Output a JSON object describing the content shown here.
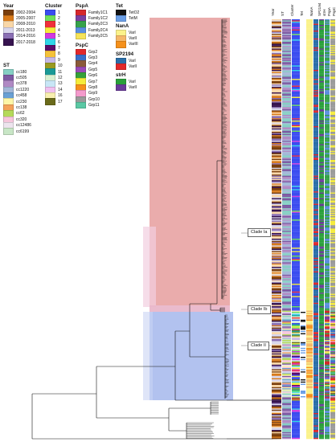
{
  "legends": {
    "year": {
      "title": "Year",
      "items": [
        {
          "label": "2002-2004",
          "color": "#7a3e0c"
        },
        {
          "label": "2005-2007",
          "color": "#d97a1a"
        },
        {
          "label": "2008-2010",
          "color": "#f9d7a8"
        },
        {
          "label": "2011-2013",
          "color": "#d8d6ec"
        },
        {
          "label": "2014-2016",
          "color": "#8a6fb4"
        },
        {
          "label": "2017-2018",
          "color": "#36134f"
        }
      ]
    },
    "st": {
      "title": "ST",
      "items": [
        {
          "label": "cc180",
          "color": "#86cfc4"
        },
        {
          "label": "cc505",
          "color": "#7d5aa3"
        },
        {
          "label": "cc378",
          "color": "#b08ac4"
        },
        {
          "label": "cc1220",
          "color": "#a3b8d8"
        },
        {
          "label": "cc458",
          "color": "#6aa0d4"
        },
        {
          "label": "cc230",
          "color": "#fdf6a8"
        },
        {
          "label": "cc138",
          "color": "#f4a25a"
        },
        {
          "label": "cc62",
          "color": "#b5d95a"
        },
        {
          "label": "cc320",
          "color": "#f6c6dc"
        },
        {
          "label": "cc12486",
          "color": "#ede4ee"
        },
        {
          "label": "cc6199",
          "color": "#c8e6c6"
        }
      ]
    },
    "cluster": {
      "title": "Cluster",
      "items": [
        {
          "label": "1",
          "color": "#3a4cf0"
        },
        {
          "label": "2",
          "color": "#6fe05a"
        },
        {
          "label": "3",
          "color": "#f0303a"
        },
        {
          "label": "4",
          "color": "#f5ec3a"
        },
        {
          "label": "5",
          "color": "#d23ae0"
        },
        {
          "label": "6",
          "color": "#30d6e8"
        },
        {
          "label": "7",
          "color": "#5a0c6a"
        },
        {
          "label": "8",
          "color": "#f5c23a"
        },
        {
          "label": "9",
          "color": "#c6b8e6"
        },
        {
          "label": "10",
          "color": "#9a9a20"
        },
        {
          "label": "11",
          "color": "#1a9a96"
        },
        {
          "label": "12",
          "color": "#d8f0d0"
        },
        {
          "label": "13",
          "color": "#c8e6f6"
        },
        {
          "label": "14",
          "color": "#f0c0f0"
        },
        {
          "label": "16",
          "color": "#f8efb0"
        },
        {
          "label": "17",
          "color": "#6a6a1a"
        }
      ]
    },
    "pspa": {
      "title": "PspA",
      "items": [
        {
          "label": "Family1C1",
          "color": "#d6262a"
        },
        {
          "label": "Family1C2",
          "color": "#7a3fa0"
        },
        {
          "label": "Family2C3",
          "color": "#36a24a"
        },
        {
          "label": "Family2C4",
          "color": "#5a8ee0"
        },
        {
          "label": "Family2C5",
          "color": "#f5e35a"
        }
      ]
    },
    "pspc": {
      "title": "PspC",
      "items": [
        {
          "label": "Grp2",
          "color": "#e2282a"
        },
        {
          "label": "Grp3",
          "color": "#3a6ec8"
        },
        {
          "label": "Grp4",
          "color": "#8a5a3a"
        },
        {
          "label": "Grp5",
          "color": "#9a4ab8"
        },
        {
          "label": "Grp6",
          "color": "#36a03a"
        },
        {
          "label": "Grp7",
          "color": "#f5ec3a"
        },
        {
          "label": "Grp8",
          "color": "#f5901a"
        },
        {
          "label": "Grp9",
          "color": "#f49acc"
        },
        {
          "label": "Grp10",
          "color": "#9a9a9a"
        },
        {
          "label": "Grp11",
          "color": "#5ac8a4"
        }
      ]
    },
    "tet": {
      "title": "Tet",
      "items": [
        {
          "label": "TetO2",
          "color": "#111111"
        },
        {
          "label": "TetM",
          "color": "#6a9ee6"
        }
      ]
    },
    "nana": {
      "title": "NanA",
      "items": [
        {
          "label": "VarI",
          "color": "#fbf28a"
        },
        {
          "label": "VarII",
          "color": "#f5b86a"
        },
        {
          "label": "VarIII",
          "color": "#f5901a"
        }
      ]
    },
    "sp2194": {
      "title": "SP2194",
      "items": [
        {
          "label": "VarI",
          "color": "#2a6ea8"
        },
        {
          "label": "VarII",
          "color": "#e2282a"
        }
      ]
    },
    "strh": {
      "title": "strH",
      "items": [
        {
          "label": "VarI",
          "color": "#2aa03a"
        },
        {
          "label": "VarII",
          "color": "#6a3a9a"
        }
      ]
    }
  },
  "clades": [
    {
      "label": "Clade Ia"
    },
    {
      "label": "Clade Ib"
    },
    {
      "label": "Clade II"
    }
  ],
  "columns": [
    "Year",
    "ST",
    "Cluster",
    "Tet",
    "NanA",
    "SP2194",
    "strH",
    "PspA",
    "PspC"
  ]
}
